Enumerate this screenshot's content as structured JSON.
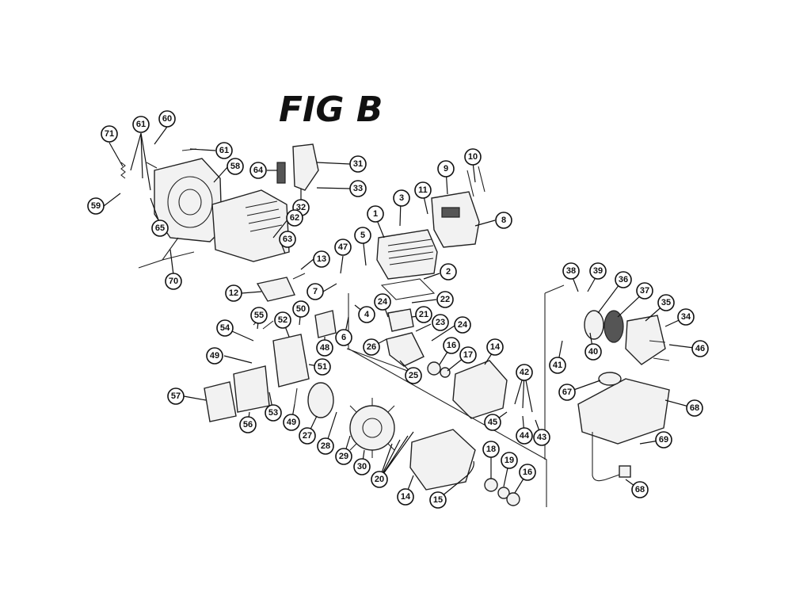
{
  "figure": {
    "title": "FIG B"
  },
  "callouts": [
    "71",
    "61",
    "60",
    "61",
    "58",
    "64",
    "31",
    "59",
    "65",
    "32",
    "33",
    "62",
    "63",
    "70",
    "12",
    "13",
    "47",
    "7",
    "9",
    "10",
    "11",
    "1",
    "3",
    "8",
    "5",
    "2",
    "22",
    "4",
    "24",
    "21",
    "23",
    "24",
    "6",
    "26",
    "25",
    "16",
    "17",
    "14",
    "42",
    "45",
    "44",
    "43",
    "55",
    "54",
    "50",
    "52",
    "48",
    "49",
    "51",
    "53",
    "57",
    "56",
    "49",
    "27",
    "28",
    "29",
    "30",
    "20",
    "14",
    "15",
    "18",
    "19",
    "16",
    "38",
    "39",
    "36",
    "37",
    "35",
    "34",
    "46",
    "41",
    "40",
    "67",
    "68",
    "69",
    "68"
  ]
}
